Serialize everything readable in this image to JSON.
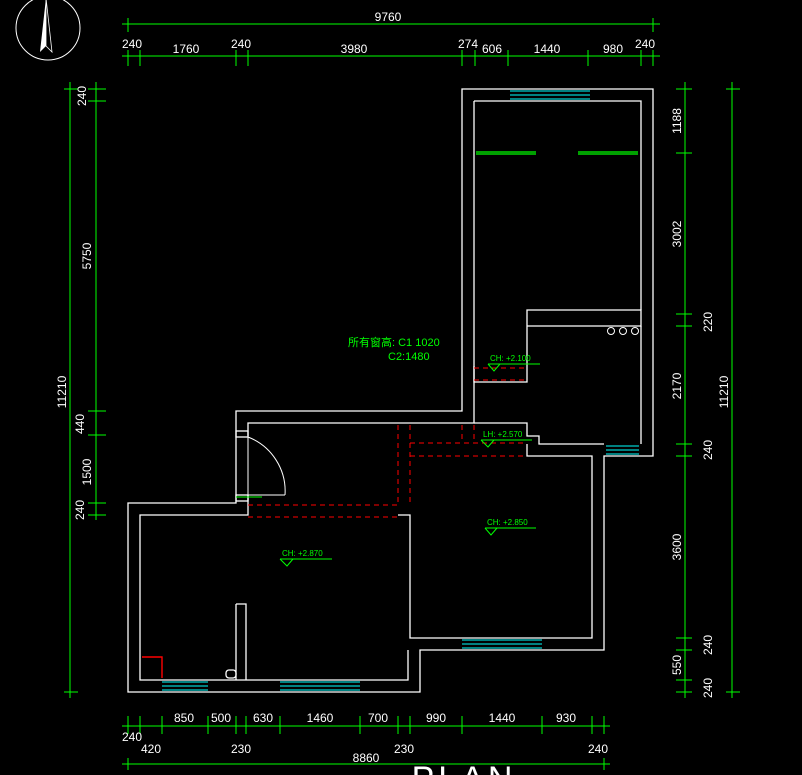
{
  "colors": {
    "background": "#000000",
    "wall": "#ffffff",
    "dimension": "#00ff00",
    "dimension_text": "#ffffff",
    "annotation": "#00ff00",
    "hidden_line": "#ff0000",
    "window": "#00ffff"
  },
  "icons": {
    "north_arrow": "north-arrow-icon"
  },
  "dimensions": {
    "top_total": "9760",
    "top_segments": [
      "240",
      "1760",
      "240",
      "3980",
      "274",
      "606",
      "1440",
      "980",
      "240"
    ],
    "left_total": "11210",
    "left_segments": [
      "240",
      "5750",
      "440",
      "1500",
      "240"
    ],
    "right_total": "11210",
    "right_segments": [
      "1188",
      "3002",
      "220",
      "2170",
      "240",
      "3600",
      "240",
      "550",
      "240"
    ],
    "bottom_row1": [
      "850",
      "500",
      "630",
      "1460",
      "700",
      "990",
      "1440",
      "930"
    ],
    "bottom_row2": [
      "240",
      "420",
      "230",
      "230",
      "240"
    ],
    "bottom_total": "8860"
  },
  "annotations": {
    "window_note_1": "所有窗高: C1  1020",
    "window_note_2": "C2:1480",
    "ch_2100": "CH: +2.100",
    "lh_2570": "LH: +2.570",
    "ch_2850": "CH: +2.850",
    "ch_2870": "CH: +2.870"
  },
  "footer_text": "PLAN"
}
